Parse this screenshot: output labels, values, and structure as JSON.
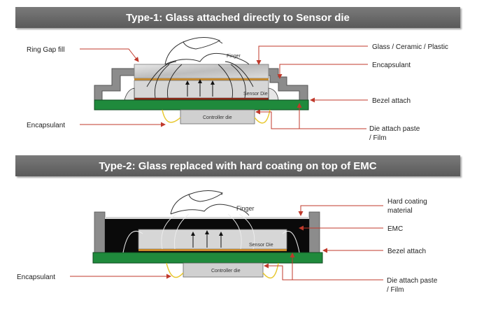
{
  "type1": {
    "title": "Type-1: Glass attached directly to Sensor die",
    "labels": {
      "ring_gap_fill": "Ring Gap fill",
      "glass": "Glass / Ceramic / Plastic",
      "encapsulant_right": "Encapsulant",
      "bezel_attach": "Bezel attach",
      "encapsulant_left": "Encapsulant",
      "die_attach_1": "Die attach paste",
      "die_attach_2": "/ Film",
      "finger": "Finger",
      "sensor_die": "Sensor Die",
      "controller_die": "Controller die"
    }
  },
  "type2": {
    "title": "Type-2: Glass replaced with hard coating on top of EMC",
    "labels": {
      "hard_coating_1": "Hard coating",
      "hard_coating_2": "material",
      "emc": "EMC",
      "bezel_attach": "Bezel attach",
      "encapsulant_left": "Encapsulant",
      "die_attach_1": "Die attach paste",
      "die_attach_2": "/ Film",
      "finger": "Finger",
      "sensor_die": "Sensor Die",
      "controller_die": "Controller die"
    }
  },
  "colors": {
    "pcb": "#1f8a3c",
    "bezel": "#8c8c8c",
    "emc": "#0a0a0a",
    "arrow": "#c0392b",
    "wire": "#f0d040"
  }
}
